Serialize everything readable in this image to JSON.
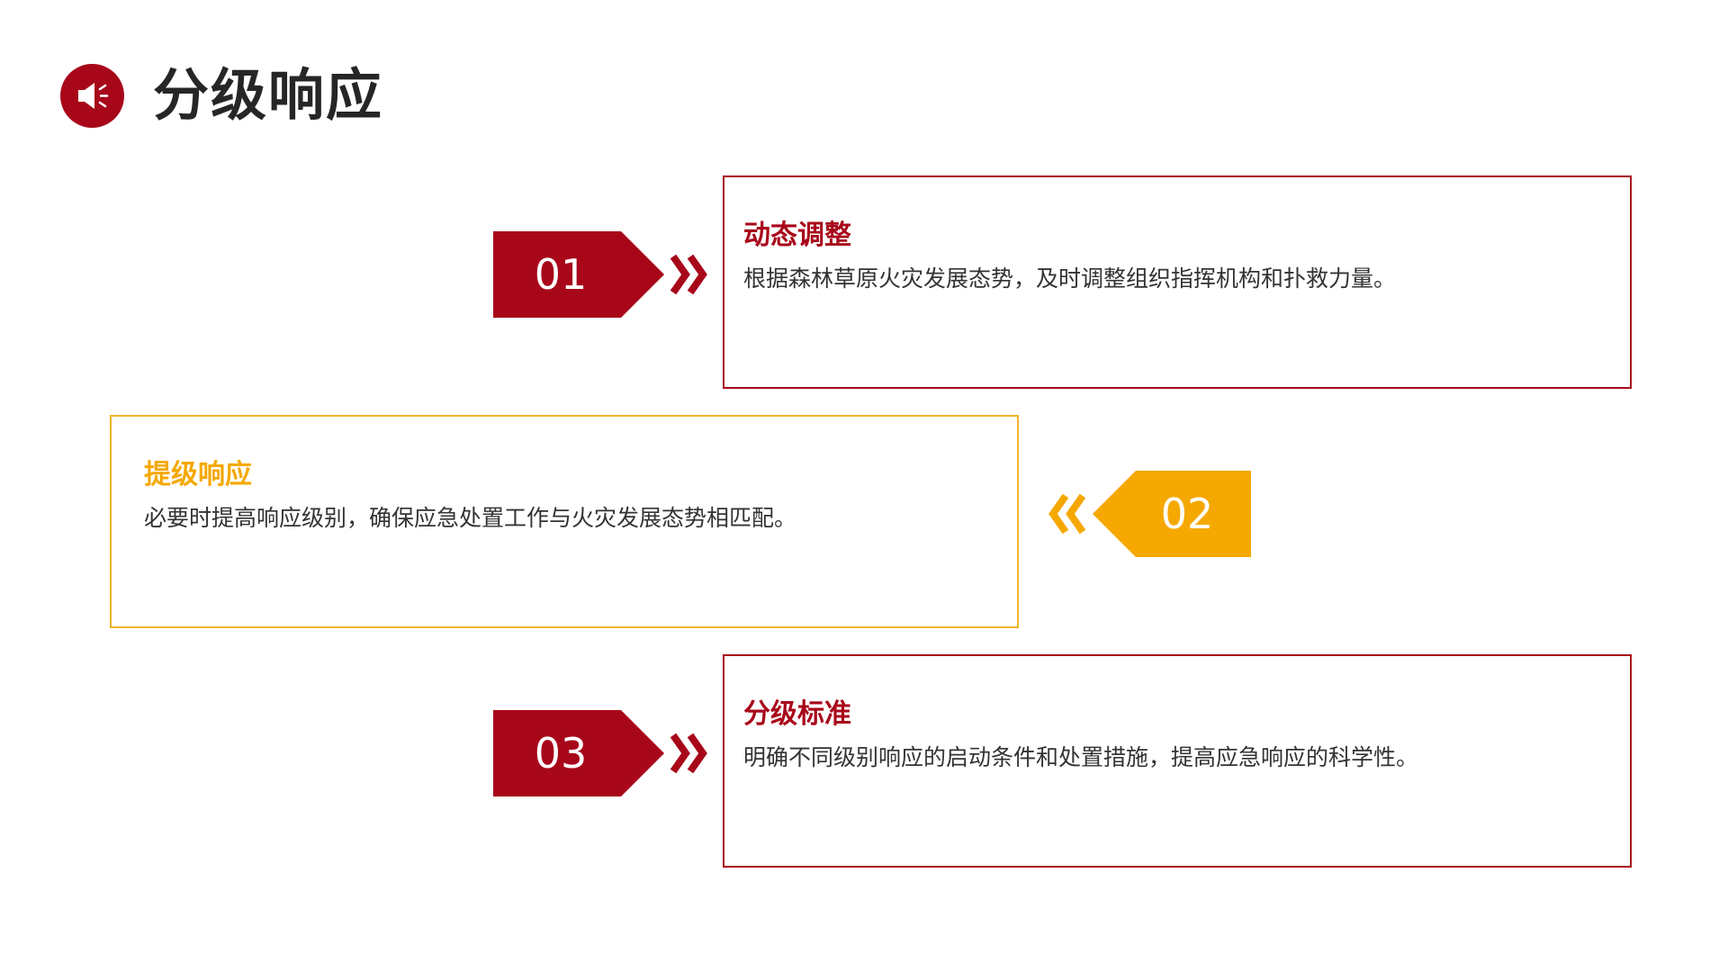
{
  "header": {
    "title": "分级响应",
    "icon": "megaphone-icon"
  },
  "colors": {
    "primary": "#a8071a",
    "accent": "#f5a800",
    "card2_border": "#f0b429",
    "text": "#333333",
    "title_text": "#262626"
  },
  "items": [
    {
      "number": "01",
      "title": "动态调整",
      "description": "根据森林草原火灾发展态势，及时调整组织指挥机构和扑救力量。"
    },
    {
      "number": "02",
      "title": "提级响应",
      "description": "必要时提高响应级别，确保应急处置工作与火灾发展态势相匹配。"
    },
    {
      "number": "03",
      "title": "分级标准",
      "description": "明确不同级别响应的启动条件和处置措施，提高应急响应的科学性。"
    }
  ]
}
